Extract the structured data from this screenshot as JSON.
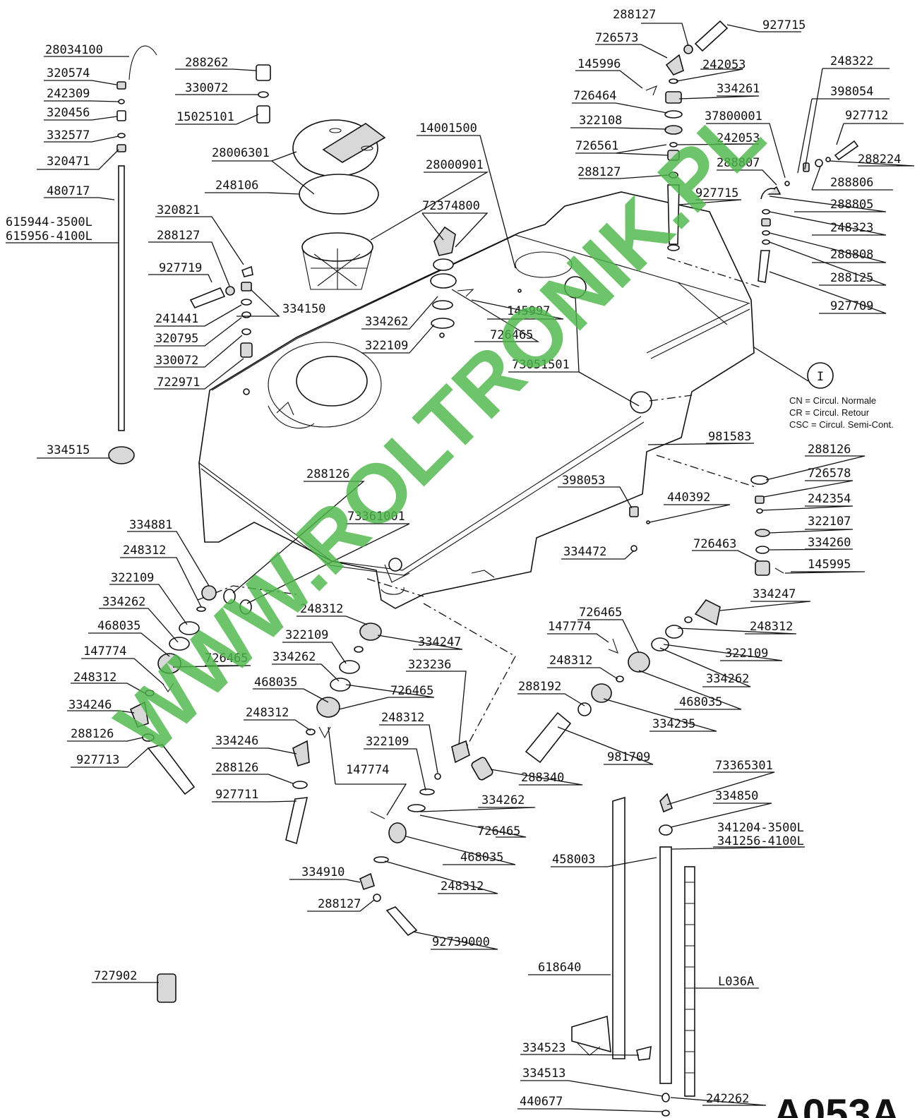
{
  "drawing_code": "A053A",
  "watermark": "WWW.ROLTRONIK.PL",
  "circuit_marker": "I",
  "legend": [
    "CN = Circul. Normale",
    "CR = Circul. Retour",
    "CSC = Circul. Semi-Cont."
  ],
  "part_labels": [
    "288127",
    "927715",
    "726573",
    "145996",
    "242053",
    "726464",
    "334261",
    "322108",
    "726561",
    "242053",
    "288127",
    "927715",
    "248322",
    "398054",
    "37800001",
    "927712",
    "288807",
    "288224",
    "288806",
    "288805",
    "248323",
    "288808",
    "288125",
    "927709",
    "28034100",
    "320574",
    "242309",
    "320456",
    "332577",
    "320471",
    "480717",
    "615944-3500L",
    "615956-4100L",
    "334515",
    "288262",
    "330072",
    "15025101",
    "28006301",
    "248106",
    "14001500",
    "28000901",
    "72374800",
    "320821",
    "288127",
    "927719",
    "334150",
    "241441",
    "320795",
    "330072",
    "722971",
    "334262",
    "322109",
    "726465",
    "145997",
    "73051501",
    "981583",
    "288126",
    "726578",
    "242354",
    "322107",
    "334260",
    "726463",
    "145995",
    "398053",
    "440392",
    "334472",
    "288126",
    "73361001",
    "334881",
    "248312",
    "322109",
    "334262",
    "468035",
    "147774",
    "248312",
    "334246",
    "288126",
    "927713",
    "726465",
    "248312",
    "322109",
    "334262",
    "468035",
    "334247",
    "726465",
    "248312",
    "334246",
    "288126",
    "927711",
    "323236",
    "248312",
    "322109",
    "147774",
    "288340",
    "334262",
    "726465",
    "468035",
    "248312",
    "334910",
    "288127",
    "92739000",
    "334247",
    "726465",
    "248312",
    "147774",
    "322109",
    "248312",
    "334262",
    "288192",
    "468035",
    "334235",
    "981709",
    "73365301",
    "334850",
    "341204-3500L",
    "341256-4100L",
    "458003",
    "618640",
    "L036A",
    "334523",
    "334513",
    "440677",
    "242262",
    "727902"
  ],
  "colors": {
    "line": "#111111",
    "watermark": "#4fb84a",
    "background": "#ffffff"
  }
}
